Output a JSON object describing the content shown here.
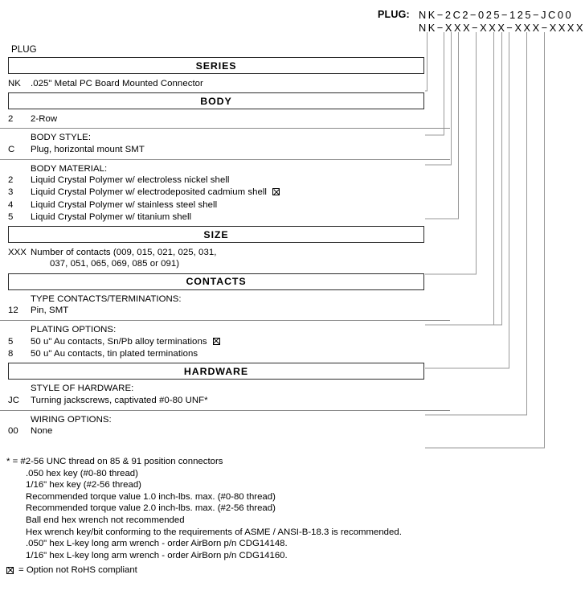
{
  "header": {
    "label": "PLUG:",
    "actual_part_number": "NK−2C2−025−125−JC00",
    "template_part_number": "NK−XXX−XXX−XXX−XXXX"
  },
  "diagram": {
    "plug_caption": "PLUG",
    "sections": [
      {
        "title": "SERIES",
        "groups": [
          {
            "heading": null,
            "options": [
              {
                "code": "NK",
                "desc": ".025\" Metal PC Board Mounted Connector",
                "rohs_flag": false
              }
            ]
          }
        ]
      },
      {
        "title": "BODY",
        "groups": [
          {
            "heading": null,
            "options": [
              {
                "code": "2",
                "desc": "2-Row",
                "rohs_flag": false
              }
            ]
          },
          {
            "heading": "BODY STYLE:",
            "options": [
              {
                "code": "C",
                "desc": "Plug, horizontal mount SMT",
                "rohs_flag": false
              }
            ]
          },
          {
            "heading": "BODY MATERIAL:",
            "options": [
              {
                "code": "2",
                "desc": "Liquid Crystal Polymer w/ electroless nickel shell",
                "rohs_flag": false
              },
              {
                "code": "3",
                "desc": "Liquid Crystal Polymer w/ electrodeposited  cadmium shell",
                "rohs_flag": true
              },
              {
                "code": "4",
                "desc": "Liquid Crystal Polymer w/ stainless steel shell",
                "rohs_flag": false
              },
              {
                "code": "5",
                "desc": "Liquid Crystal Polymer w/ titanium shell",
                "rohs_flag": false
              }
            ]
          }
        ]
      },
      {
        "title": "SIZE",
        "groups": [
          {
            "heading": null,
            "options": [
              {
                "code": "XXX",
                "desc": "Number of contacts (009, 015, 021, 025, 031,",
                "desc_cont": "037, 051, 065, 069, 085 or 091)",
                "rohs_flag": false
              }
            ]
          }
        ]
      },
      {
        "title": "CONTACTS",
        "groups": [
          {
            "heading": "TYPE CONTACTS/TERMINATIONS:",
            "options": [
              {
                "code": "12",
                "desc": "Pin, SMT",
                "rohs_flag": false
              }
            ]
          },
          {
            "heading": "PLATING OPTIONS:",
            "options": [
              {
                "code": "5",
                "desc": "50 u\" Au contacts, Sn/Pb alloy terminations",
                "rohs_flag": true
              },
              {
                "code": "8",
                "desc": "50 u\" Au contacts, tin plated terminations",
                "rohs_flag": false
              }
            ]
          }
        ]
      },
      {
        "title": "HARDWARE",
        "groups": [
          {
            "heading": "STYLE OF HARDWARE:",
            "options": [
              {
                "code": "JC",
                "desc": "Turning jackscrews, captivated #0-80 UNF*",
                "rohs_flag": false
              }
            ]
          },
          {
            "heading": "WIRING OPTIONS:",
            "options": [
              {
                "code": "00",
                "desc": "None",
                "rohs_flag": false
              }
            ]
          }
        ]
      }
    ]
  },
  "footnotes": {
    "lines": [
      "* = #2-56 UNC thread on 85 & 91 position connectors",
      ".050 hex key (#0-80 thread)",
      "1/16\" hex key (#2-56 thread)",
      "Recommended torque value 1.0 inch-lbs. max. (#0-80 thread)",
      "Recommended torque value 2.0 inch-lbs. max. (#2-56 thread)",
      "Ball end hex wrench not recommended",
      "Hex wrench key/bit conforming to the requirements of ASME / ANSI-B-18.3 is recommended.",
      ".050\" hex L-key long arm wrench - order AirBorn p/n CDG14148.",
      "1/16\" hex L-key long arm wrench - order AirBorn p/n CDG14160."
    ]
  },
  "rohs_legend": {
    "text": "= Option not RoHS compliant"
  }
}
